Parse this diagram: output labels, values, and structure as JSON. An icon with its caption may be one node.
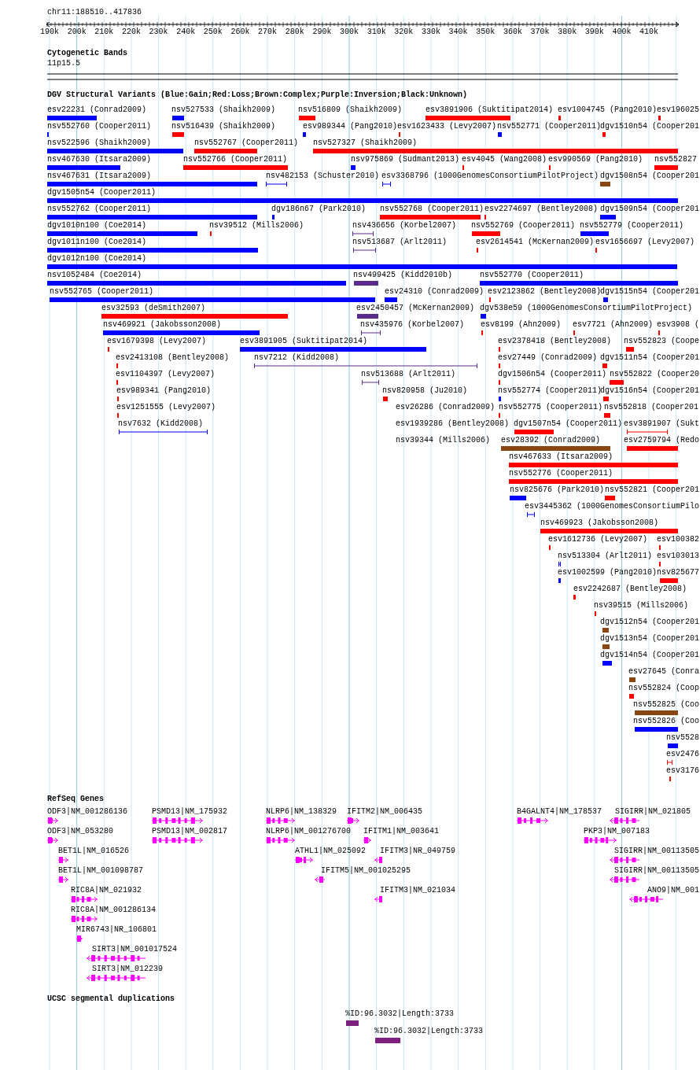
{
  "diagram": {
    "labels": [
      "chr11:188510..417836",
      "190k",
      "200k",
      "210k",
      "220k",
      "230k",
      "240k",
      "250k",
      "260k",
      "270k",
      "280k",
      "290k",
      "300k",
      "310k",
      "320k",
      "330k",
      "340k",
      "350k",
      "360k",
      "370k",
      "380k",
      "390k",
      "400k",
      "410k",
      "Cytogenetic Bands",
      "11p15.5",
      "DGV Structural Variants (Blue:Gain;Red:Loss;Brown:Complex;Purple:Inversion;Black:Unknown)",
      "esv22231 (Conrad2009)",
      "nsv527533 (Shaikh2009)",
      "nsv516809 (Shaikh2009)",
      "esv3891906 (Suktitipat2014)",
      "esv1004745 (Pang2010)",
      "esv196025",
      "nsv552760 (Cooper2011)",
      "nsv516439 (Shaikh2009)",
      "esv989344 (Pang2010)",
      "esv1623433 (Levy2007)",
      "nsv552771 (Cooper2011)",
      "dgv1510n54 (Cooper201",
      "nsv522596 (Shaikh2009)",
      "nsv552767 (Cooper2011)",
      "nsv527327 (Shaikh2009)",
      "nsv467630 (Itsara2009)",
      "nsv552766 (Cooper2011)",
      "nsv975869 (Sudmant2013)",
      "esv4045 (Wang2008)",
      "esv990569 (Pang2010)",
      "nsv552827",
      "nsv467631 (Itsara2009)",
      "nsv482153 (Schuster2010)",
      "esv3368796 (1000GenomesConsortiumPilotProject)",
      "dgv1508n54 (Cooper201",
      "dgv1505n54 (Cooper2011)",
      "nsv552762 (Cooper2011)",
      "dgv186n67 (Park2010)",
      "nsv552768 (Cooper2011)",
      "esv2274697 (Bentley2008)",
      "dgv1509n54 (Cooper201",
      "dgv1010n100 (Coe2014)",
      "nsv39512 (Mills2006)",
      "nsv436656 (Korbel2007)",
      "nsv552769 (Cooper2011)",
      "nsv552779 (Cooper2011)",
      "dgv1011n100 (Coe2014)",
      "nsv513687 (Arlt2011)",
      "esv2614541 (McKernan2009)",
      "esv1656697 (Levy2007)",
      "dgv1012n100 (Coe2014)",
      "nsv1052484 (Coe2014)",
      "nsv499425 (Kidd2010b)",
      "nsv552770 (Cooper2011)",
      "nsv552765 (Cooper2011)",
      "esv24310 (Conrad2009)",
      "esv2123862 (Bentley2008)",
      "dgv1515n54 (Cooper201",
      "esv32593 (deSmith2007)",
      "esv2450457 (McKernan2009)",
      "dgv538e59 (1000GenomesConsortiumPilotProject)",
      "nsv469921 (Jakobsson2008)",
      "nsv435976 (Korbel2007)",
      "esv8199 (Ahn2009)",
      "esv7721 (Ahn2009)",
      "esv3908 (",
      "esv1679398 (Levy2007)",
      "esv3891905 (Suktitipat2014)",
      "esv2378418 (Bentley2008)",
      "nsv552823 (Coope",
      "esv2413108 (Bentley2008)",
      "nsv7212 (Kidd2008)",
      "esv27449 (Conrad2009)",
      "dgv1511n54 (Cooper201",
      "esv1104397 (Levy2007)",
      "nsv513688 (Arlt2011)",
      "dgv1506n54 (Cooper2011)",
      "nsv552822 (Cooper20",
      "esv989341 (Pang2010)",
      "nsv820958 (Ju2010)",
      "nsv552774 (Cooper2011)",
      "dgv1516n54 (Cooper201",
      "esv1251555 (Levy2007)",
      "esv26286 (Conrad2009)",
      "nsv552775 (Cooper2011)",
      "nsv552818 (Cooper201",
      "nsv7632 (Kidd2008)",
      "esv1939286 (Bentley2008)",
      "dgv1507n54 (Cooper2011)",
      "esv3891907 (Sukt",
      "nsv39344 (Mills2006)",
      "esv28392 (Conrad2009)",
      "esv2759794 (Redo",
      "nsv467633 (Itsara2009)",
      "nsv552776 (Cooper2011)",
      "nsv825676 (Park2010)",
      "nsv552821 (Cooper201",
      "esv3445362 (1000GenomesConsortiumPilo",
      "nsv469923 (Jakobsson2008)",
      "esv1612736 (Levy2007)",
      "esv100382",
      "nsv513304 (Arlt2011)",
      "esv103013",
      "esv1002599 (Pang2010)",
      "nsv825677",
      "esv2242687 (Bentley2008)",
      "nsv39515 (Mills2006)",
      "dgv1512n54 (Cooper201",
      "dgv1513n54 (Cooper201",
      "dgv1514n54 (Cooper201",
      "esv27645 (Conra",
      "nsv552824 (Coop",
      "nsv552825 (Coo",
      "nsv552826 (Coo",
      "nsv5528",
      "esv2476",
      "esv3176",
      "RefSeq Genes",
      "ODF3|NM_001286136",
      "PSMD13|NM_175932",
      "NLRP6|NM_138329",
      "IFITM2|NM_006435",
      "B4GALNT4|NM_178537",
      "SIGIRR|NM_021805",
      "ODF3|NM_053280",
      "PSMD13|NM_002817",
      "NLRP6|NM_001276700",
      "IFITM1|NM_003641",
      "PKP3|NM_007183",
      "BET1L|NM_016526",
      "ATHL1|NM_025092",
      "IFITM3|NR_049759",
      "SIGIRR|NM_00113505",
      "BET1L|NM_001098787",
      "IFITM5|NM_001025295",
      "SIGIRR|NM_00113505",
      "RIC8A|NM_021932",
      "IFITM3|NM_021034",
      "ANO9|NM_001",
      "RIC8A|NM_001286134",
      "MIR6743|NR_106801",
      "SIRT3|NM_001017524",
      "SIRT3|NM_012239",
      "UCSC segmental duplications",
      "%ID:96.3032|Length:3733",
      "%ID:96.3032|Length:3733"
    ]
  }
}
